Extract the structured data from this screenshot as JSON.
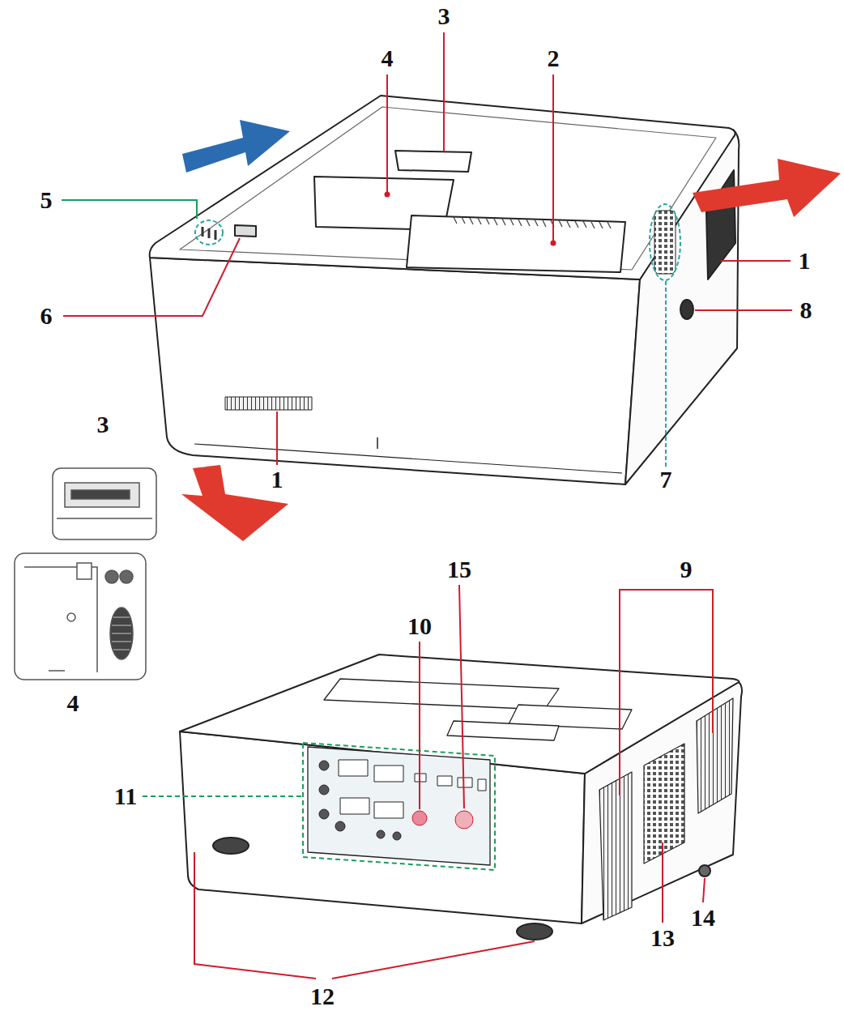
{
  "diagram": {
    "labels": [
      "3",
      "4",
      "2",
      "5",
      "1",
      "6",
      "8",
      "1",
      "7",
      "3",
      "4",
      "15",
      "9",
      "10",
      "11",
      "14",
      "13",
      "12"
    ]
  }
}
